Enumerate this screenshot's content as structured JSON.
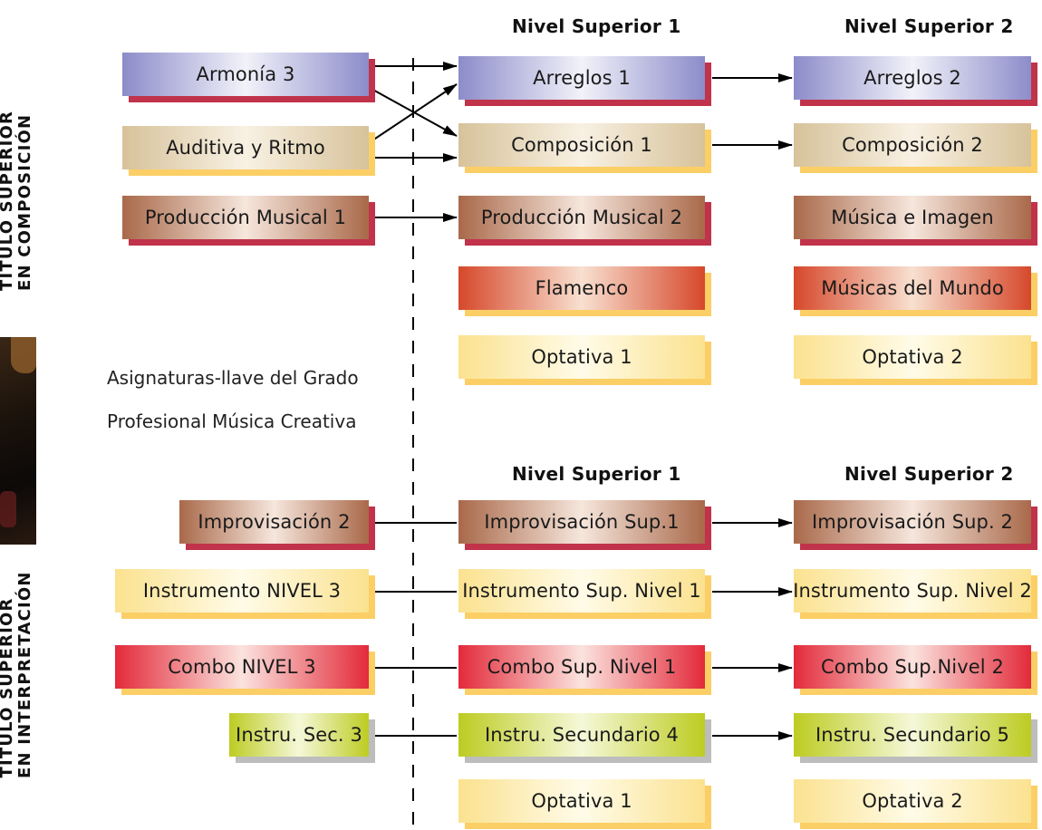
{
  "composicion": {
    "title_line1": "TÍTULO SUPERIOR",
    "title_line2": "EN COMPOSICIÓN",
    "header_n1": "Nivel Superior 1",
    "header_n2": "Nivel Superior 2",
    "left": [
      "Armonía 3",
      "Auditiva y Ritmo",
      "Producción Musical 1"
    ],
    "n1": [
      "Arreglos 1",
      "Composición 1",
      "Producción Musical 2",
      "Flamenco",
      "Optativa 1"
    ],
    "n2": [
      "Arreglos 2",
      "Composición 2",
      "Música e Imagen",
      "Músicas del Mundo",
      "Optativa 2"
    ]
  },
  "note": {
    "line1": "Asignaturas-llave del Grado",
    "line2": "Profesional Música Creativa"
  },
  "interpretacion": {
    "title_line1": "TÍTULO SUPERIOR",
    "title_line2": "EN INTERPRETACIÓN",
    "header_n1": "Nivel Superior 1",
    "header_n2": "Nivel Superior 2",
    "left": [
      "Improvisación 2",
      "Instrumento NIVEL 3",
      "Combo NIVEL 3",
      "Instru. Sec. 3"
    ],
    "n1": [
      "Improvisación Sup.1",
      "Instrumento Sup. Nivel 1",
      "Combo Sup. Nivel 1",
      "Instru. Secundario 4",
      "Optativa 1"
    ],
    "n2": [
      "Improvisación Sup. 2",
      "Instrumento Sup. Nivel 2",
      "Combo Sup.Nivel 2",
      "Instru. Secundario 5",
      "Optativa 2"
    ]
  },
  "colors": {
    "shadow_red": "#c0334a",
    "shadow_yellow": "#fbcf66",
    "shadow_gray": "#bdbdbd",
    "line": "#000000"
  }
}
